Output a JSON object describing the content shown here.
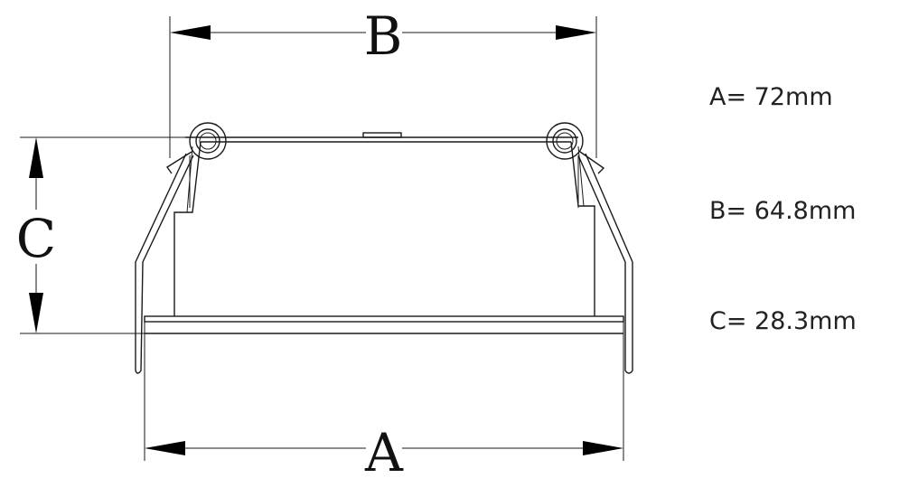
{
  "dimension_letters": {
    "a": "A",
    "b": "B",
    "c": "C"
  },
  "specs": [
    {
      "key": "A",
      "text": "A= 72mm"
    },
    {
      "key": "B",
      "text": "B= 64.8mm"
    },
    {
      "key": "C",
      "text": "C= 28.3mm"
    }
  ],
  "colors": {
    "line": "#1a1a1a",
    "text": "#222222",
    "background": "#ffffff"
  }
}
